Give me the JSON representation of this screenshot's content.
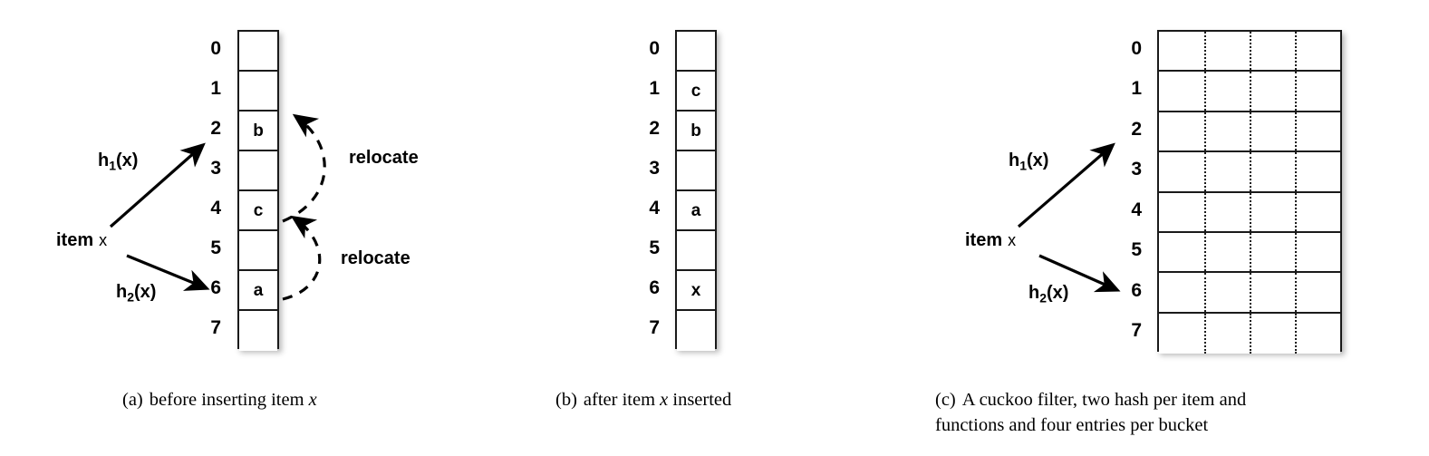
{
  "figure": {
    "title": "Cuckoo hashing insertion and cuckoo filter layout",
    "colors": {
      "stroke": "#1a1a1a",
      "text": "#000000",
      "background": "#ffffff"
    }
  },
  "panels": [
    {
      "id": "a",
      "caption_tag": "(a)",
      "caption_text_before": "before inserting item ",
      "caption_italic": "x",
      "caption_text_after": "",
      "bucket_count": 8,
      "entries_per_bucket": 1,
      "index_labels": [
        "0",
        "1",
        "2",
        "3",
        "4",
        "5",
        "6",
        "7"
      ],
      "cells": [
        "",
        "",
        "b",
        "",
        "c",
        "",
        "a",
        ""
      ],
      "annotations": {
        "item_label_bold": "item",
        "item_label_light": "x",
        "h1_base": "h",
        "h1_sub": "1",
        "h1_arg": "(x)",
        "h2_base": "h",
        "h2_sub": "2",
        "h2_arg": "(x)",
        "relocate_top": "relocate",
        "relocate_bottom": "relocate"
      }
    },
    {
      "id": "b",
      "caption_tag": "(b)",
      "caption_text_before": "after item ",
      "caption_italic": "x",
      "caption_text_after": " inserted",
      "bucket_count": 8,
      "entries_per_bucket": 1,
      "index_labels": [
        "0",
        "1",
        "2",
        "3",
        "4",
        "5",
        "6",
        "7"
      ],
      "cells": [
        "",
        "c",
        "b",
        "",
        "a",
        "",
        "x",
        ""
      ],
      "annotations": {}
    },
    {
      "id": "c",
      "caption_tag": "(c)",
      "caption_line1": "A cuckoo filter, two hash per item and",
      "caption_line2": "functions and four entries per bucket",
      "bucket_count": 8,
      "entries_per_bucket": 4,
      "index_labels": [
        "0",
        "1",
        "2",
        "3",
        "4",
        "5",
        "6",
        "7"
      ],
      "cells": [
        "",
        "",
        "",
        "",
        "",
        "",
        "",
        ""
      ],
      "annotations": {
        "item_label_bold": "item",
        "item_label_light": "x",
        "h1_base": "h",
        "h1_sub": "1",
        "h1_arg": "(x)",
        "h2_base": "h",
        "h2_sub": "2",
        "h2_arg": "(x)"
      }
    }
  ]
}
